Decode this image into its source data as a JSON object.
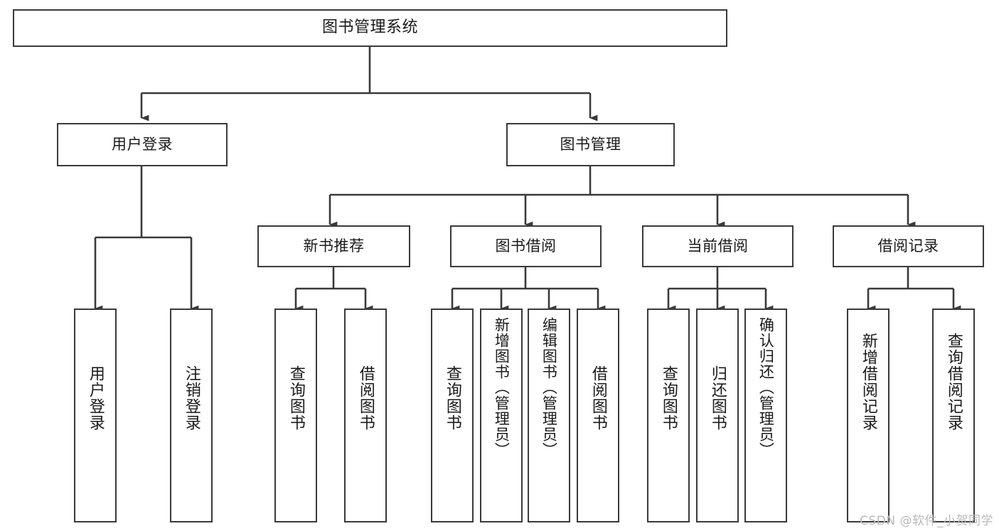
{
  "diagram": {
    "title": "图书管理系统",
    "type": "tree-hierarchy",
    "watermark": "CSDN @软件_小贺同学",
    "colors": {
      "stroke": "#3a3a3a",
      "fill": "#ffffff",
      "text": "#1a1a1a",
      "watermark": "#b9b9b9"
    },
    "nodes": {
      "root": {
        "label": "图书管理系统"
      },
      "level2": [
        {
          "id": "user-login",
          "label": "用户登录"
        },
        {
          "id": "book-manage",
          "label": "图书管理"
        }
      ],
      "level3": [
        {
          "id": "new-book-rec",
          "label": "新书推荐"
        },
        {
          "id": "book-borrow",
          "label": "图书借阅"
        },
        {
          "id": "current-borrow",
          "label": "当前借阅"
        },
        {
          "id": "borrow-record",
          "label": "借阅记录"
        }
      ],
      "leaves": {
        "user-login": [
          {
            "id": "leaf-user-login",
            "label": "用户登录"
          },
          {
            "id": "leaf-logout",
            "label": "注销登录"
          }
        ],
        "new-book-rec": [
          {
            "id": "leaf-query-book-1",
            "label": "查询图书"
          },
          {
            "id": "leaf-borrow-book-1",
            "label": "借阅图书"
          }
        ],
        "book-borrow": [
          {
            "id": "leaf-query-book-2",
            "label": "查询图书"
          },
          {
            "id": "leaf-add-book",
            "label": "新增图书（管理员）"
          },
          {
            "id": "leaf-edit-book",
            "label": "编辑图书（管理员）"
          },
          {
            "id": "leaf-borrow-book-2",
            "label": "借阅图书"
          }
        ],
        "current-borrow": [
          {
            "id": "leaf-query-book-3",
            "label": "查询图书"
          },
          {
            "id": "leaf-return-book",
            "label": "归还图书"
          },
          {
            "id": "leaf-confirm-return",
            "label": "确认归还（管理员）"
          }
        ],
        "borrow-record": [
          {
            "id": "leaf-add-record",
            "label": "新增借阅记录"
          },
          {
            "id": "leaf-query-record",
            "label": "查询借阅记录"
          }
        ]
      }
    }
  }
}
